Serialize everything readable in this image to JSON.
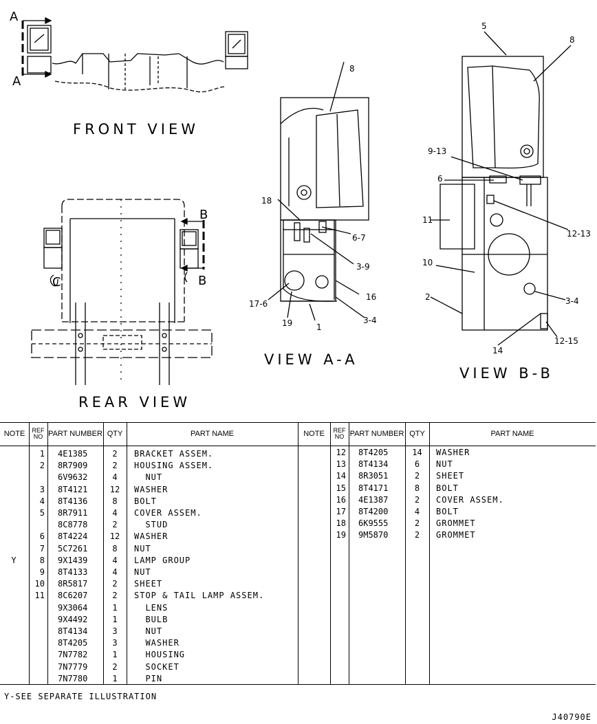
{
  "views": {
    "front": "FRONT VIEW",
    "rear": "REAR VIEW",
    "aa": "VIEW A-A",
    "bb": "VIEW B-B"
  },
  "section_letters": {
    "a": "A",
    "b": "B",
    "c": "C"
  },
  "callouts_aa": [
    "8",
    "18",
    "6-7",
    "3-9",
    "16",
    "17-6",
    "19",
    "1",
    "3-4"
  ],
  "callouts_bb": [
    "5",
    "8",
    "9-13",
    "6",
    "11",
    "12-13",
    "10",
    "2",
    "3-4",
    "14",
    "12-15"
  ],
  "table": {
    "headers": {
      "note": "NOTE",
      "ref_no": "REF NO",
      "part_number": "PART NUMBER",
      "qty": "QTY",
      "part_name": "PART NAME"
    },
    "left_rows": [
      {
        "note": "",
        "ref": "1",
        "part": "4E1385",
        "qty": "2",
        "name": "BRACKET ASSEM."
      },
      {
        "note": "",
        "ref": "2",
        "part": "8R7909",
        "qty": "2",
        "name": "HOUSING ASSEM."
      },
      {
        "note": "",
        "ref": "",
        "part": "6V9632",
        "qty": "4",
        "name": "  NUT"
      },
      {
        "note": "",
        "ref": "3",
        "part": "8T4121",
        "qty": "12",
        "name": "WASHER"
      },
      {
        "note": "",
        "ref": "4",
        "part": "8T4136",
        "qty": "8",
        "name": "BOLT"
      },
      {
        "note": "",
        "ref": "5",
        "part": "8R7911",
        "qty": "4",
        "name": "COVER ASSEM."
      },
      {
        "note": "",
        "ref": "",
        "part": "8C8778",
        "qty": "2",
        "name": "  STUD"
      },
      {
        "note": "",
        "ref": "6",
        "part": "8T4224",
        "qty": "12",
        "name": "WASHER"
      },
      {
        "note": "",
        "ref": "7",
        "part": "5C7261",
        "qty": "8",
        "name": "NUT"
      },
      {
        "note": "Y",
        "ref": "8",
        "part": "9X1439",
        "qty": "4",
        "name": "LAMP GROUP"
      },
      {
        "note": "",
        "ref": "9",
        "part": "8T4133",
        "qty": "4",
        "name": "NUT"
      },
      {
        "note": "",
        "ref": "10",
        "part": "8R5817",
        "qty": "2",
        "name": "SHEET"
      },
      {
        "note": "",
        "ref": "11",
        "part": "8C6207",
        "qty": "2",
        "name": "STOP & TAIL LAMP ASSEM."
      },
      {
        "note": "",
        "ref": "",
        "part": "9X3064",
        "qty": "1",
        "name": "  LENS"
      },
      {
        "note": "",
        "ref": "",
        "part": "9X4492",
        "qty": "1",
        "name": "  BULB"
      },
      {
        "note": "",
        "ref": "",
        "part": "8T4134",
        "qty": "3",
        "name": "  NUT"
      },
      {
        "note": "",
        "ref": "",
        "part": "8T4205",
        "qty": "3",
        "name": "  WASHER"
      },
      {
        "note": "",
        "ref": "",
        "part": "7N7782",
        "qty": "1",
        "name": "  HOUSING"
      },
      {
        "note": "",
        "ref": "",
        "part": "7N7779",
        "qty": "2",
        "name": "  SOCKET"
      },
      {
        "note": "",
        "ref": "",
        "part": "7N7780",
        "qty": "1",
        "name": "  PIN"
      }
    ],
    "right_rows": [
      {
        "note": "",
        "ref": "12",
        "part": "8T4205",
        "qty": "14",
        "name": "WASHER"
      },
      {
        "note": "",
        "ref": "13",
        "part": "8T4134",
        "qty": "6",
        "name": "NUT"
      },
      {
        "note": "",
        "ref": "14",
        "part": "8R3051",
        "qty": "2",
        "name": "SHEET"
      },
      {
        "note": "",
        "ref": "15",
        "part": "8T4171",
        "qty": "8",
        "name": "BOLT"
      },
      {
        "note": "",
        "ref": "16",
        "part": "4E1387",
        "qty": "2",
        "name": "COVER ASSEM."
      },
      {
        "note": "",
        "ref": "17",
        "part": "8T4200",
        "qty": "4",
        "name": "BOLT"
      },
      {
        "note": "",
        "ref": "18",
        "part": "6K9555",
        "qty": "2",
        "name": "GROMMET"
      },
      {
        "note": "",
        "ref": "19",
        "part": "9M5870",
        "qty": "2",
        "name": "GROMMET"
      }
    ]
  },
  "footer_note": "Y-SEE SEPARATE ILLUSTRATION",
  "drawing_code": "J40790E"
}
